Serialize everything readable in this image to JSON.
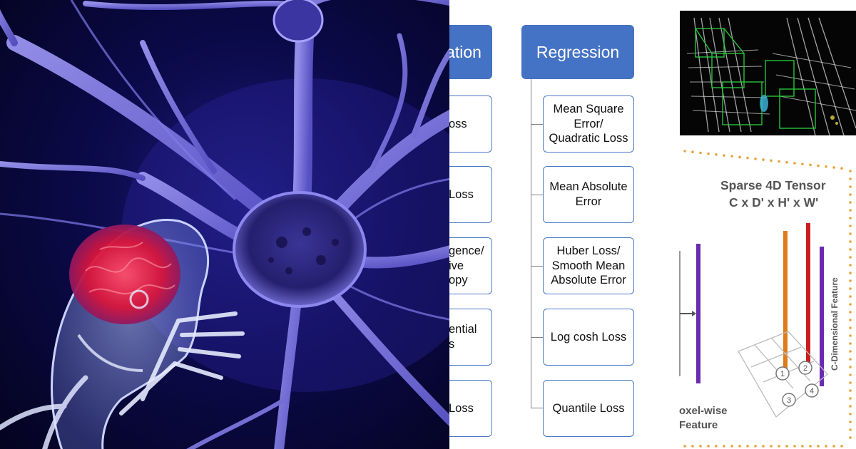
{
  "classification_header": "ation",
  "regression_header": "Regression",
  "classification_items": [
    "oss",
    "Loss",
    "gence/\nive\nopy",
    "ential\ns",
    "Loss"
  ],
  "regression_items": [
    "Mean Square\nError/\nQuadratic Loss",
    "Mean Absolute\nError",
    "Huber Loss/\nSmooth Mean\nAbsolute Error",
    "Log cosh Loss",
    "Quantile Loss"
  ],
  "tensor": {
    "title_line1": "Sparse 4D Tensor",
    "title_line2": "C x D' x H' x W'",
    "axis_label": "C-Dimensional Feature",
    "voxel_label_line1": "oxel-wise",
    "voxel_label_line2": "Feature",
    "cell_numbers": [
      "1",
      "2",
      "3",
      "4"
    ]
  },
  "colors": {
    "box_blue": "#4472c4",
    "orange": "#e07b1a",
    "red": "#c81e1e",
    "purple": "#6a2bb0",
    "dots": "#e8a23a"
  }
}
